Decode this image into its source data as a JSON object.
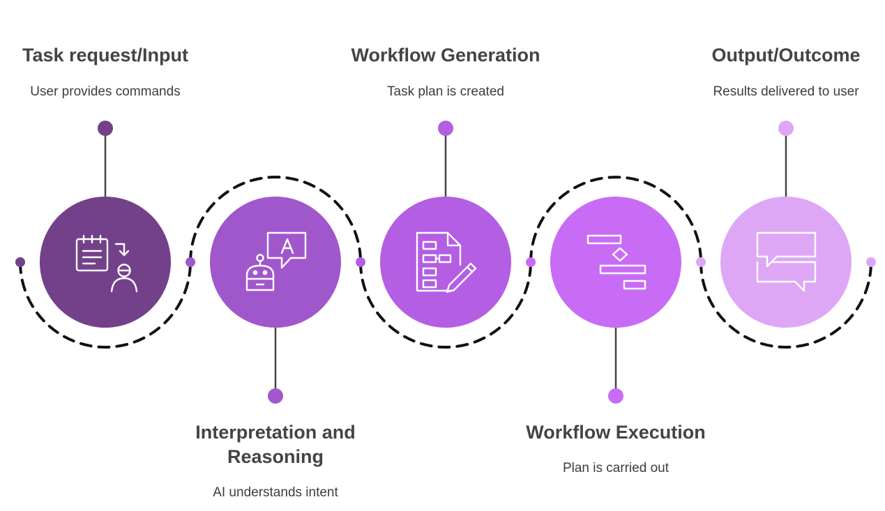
{
  "steps": [
    {
      "title": "Task request/Input",
      "description": "User provides commands",
      "icon": "task-request-icon",
      "color": "#73418a"
    },
    {
      "title": "Interpretation and Reasoning",
      "description": "AI understands intent",
      "icon": "ai-robot-chat-icon",
      "color": "#a157cc"
    },
    {
      "title": "Workflow Generation",
      "description": "Task plan is created",
      "icon": "document-plan-icon",
      "color": "#b45ee3"
    },
    {
      "title": "Workflow Execution",
      "description": "Plan is carried out",
      "icon": "gantt-flow-icon",
      "color": "#c86cf5"
    },
    {
      "title": "Output/Outcome",
      "description": "Results delivered to user",
      "icon": "chat-bubbles-icon",
      "color": "#dea7f6"
    }
  ]
}
